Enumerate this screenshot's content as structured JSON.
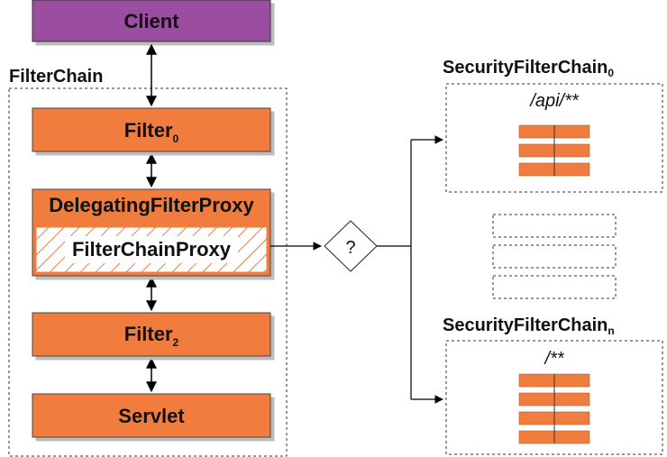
{
  "client": {
    "label": "Client"
  },
  "filter_chain": {
    "label": "FilterChain",
    "filter0": {
      "label": "Filter",
      "sub": "0"
    },
    "delegating": {
      "label": "DelegatingFilterProxy"
    },
    "proxy": {
      "label": "FilterChainProxy"
    },
    "filter2": {
      "label": "Filter",
      "sub": "2"
    },
    "servlet": {
      "label": "Servlet"
    }
  },
  "decision": {
    "label": "?"
  },
  "security_chains": [
    {
      "label": "SecurityFilterChain",
      "sub": "0",
      "pattern": "/api/**",
      "filter_count": 3
    },
    {
      "label": "SecurityFilterChain",
      "sub": "n",
      "pattern": "/**",
      "filter_count": 4
    }
  ],
  "colors": {
    "filter_fill": "#f07c3e",
    "client_fill": "#9b4ea0",
    "border_dark": "#333333"
  }
}
